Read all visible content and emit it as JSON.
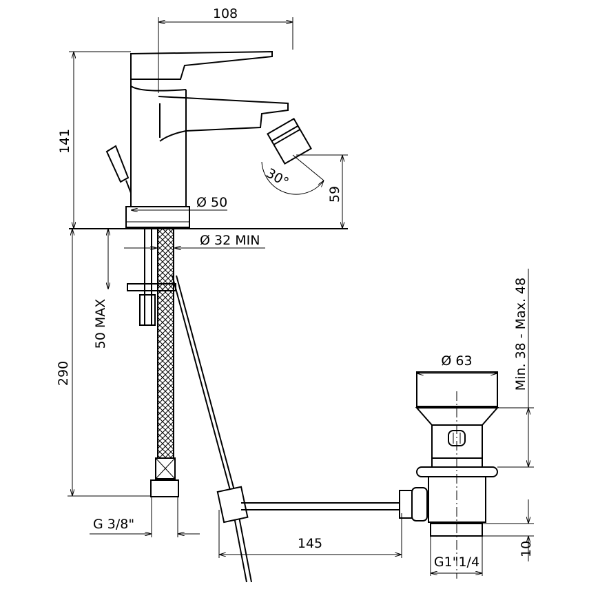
{
  "title": "Bidet mixer technical drawing",
  "dimensions": {
    "width_top": "108",
    "height_body": "141",
    "base_diameter": "Ø 50",
    "spout_height": "59",
    "spout_angle": "30°",
    "hole_diameter": "Ø 32 MIN",
    "deck_thickness": "50 MAX",
    "hose_length": "290",
    "hose_thread": "G 3/8\"",
    "rod_length": "145",
    "waste_diameter": "Ø 63",
    "waste_range": "Min. 38 - Max. 48",
    "waste_thread_height": "10",
    "waste_thread": "G1\"1/4"
  }
}
